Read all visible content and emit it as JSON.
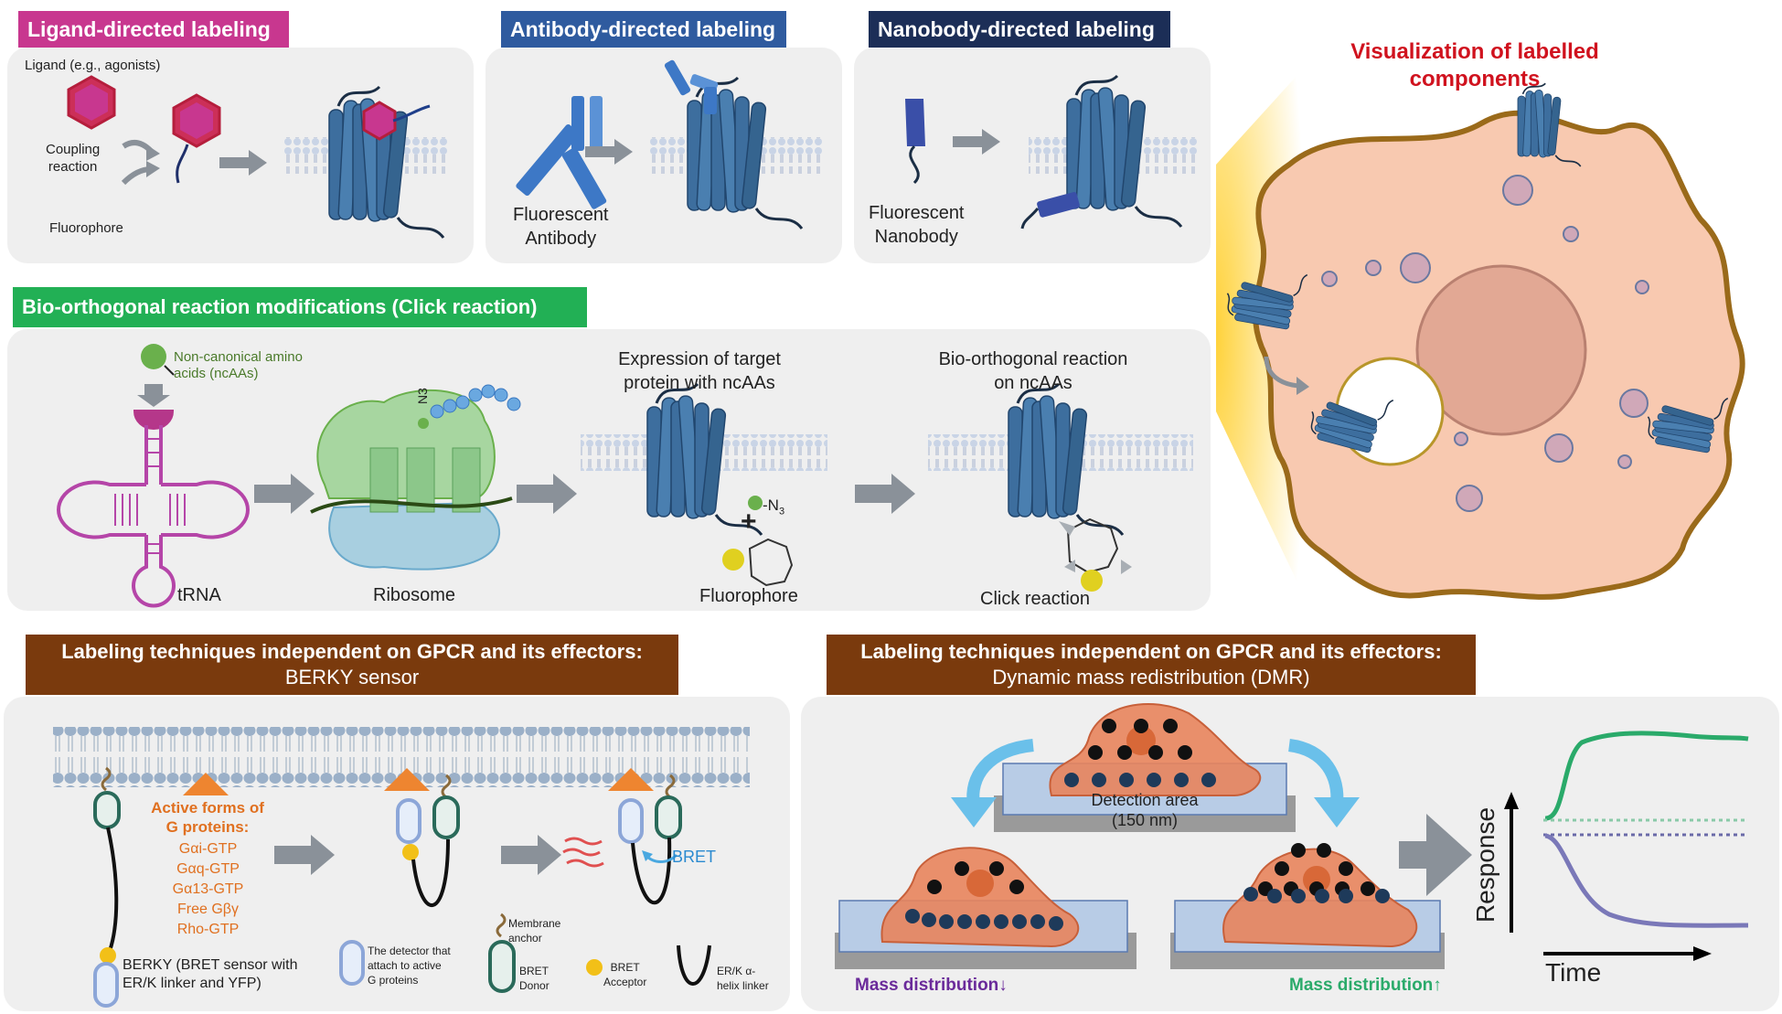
{
  "colors": {
    "magenta": "#c8378f",
    "blue": "#2f5b9f",
    "navy": "#1c2e57",
    "green": "#22b055",
    "brown": "#7a3a0d",
    "receptor": "#3d6e9e",
    "red_title": "#d0121e",
    "panel_bg": "#efefef",
    "cell_fill": "#f8c9b0",
    "cell_border": "#9a6a1a",
    "orange_text": "#e07020",
    "purple_text": "#6a2a9a",
    "green_text": "#2aaa6a"
  },
  "ligand": {
    "banner": "Ligand-directed labeling",
    "ligand_label": "Ligand (e.g., agonists)",
    "coupling": "Coupling\nreaction",
    "fluorophore": "Fluorophore"
  },
  "antibody": {
    "banner": "Antibody-directed labeling",
    "label": "Fluorescent\nAntibody"
  },
  "nanobody": {
    "banner": "Nanobody-directed labeling",
    "label": "Fluorescent\nNanobody"
  },
  "visualization": {
    "title": "Visualization of labelled\ncomponents"
  },
  "click": {
    "banner": "Bio-orthogonal reaction modifications (Click reaction)",
    "ncaa_label": "Non-canonical amino\nacids (ncAAs)",
    "trna": "tRNA",
    "ribosome": "Ribosome",
    "expression": "Expression of target\nprotein with ncAAs",
    "n3": "-N",
    "n3_sub": "3",
    "fluorophore": "Fluorophore",
    "bio_reaction": "Bio-orthogonal reaction\non ncAAs",
    "click_reaction": "Click reaction",
    "n3_ribosome": "N3"
  },
  "berky": {
    "banner_line1": "Labeling techniques independent on GPCR and its effectors:",
    "banner_line2": "BERKY sensor",
    "active_forms": "Active forms of\nG proteins:",
    "gproteins": [
      "Gαi-GTP",
      "Gαq-GTP",
      "Gα13-GTP",
      "Free Gβγ",
      "Rho-GTP"
    ],
    "bret": "BRET",
    "legend": {
      "berky": "BERKY (BRET sensor with\nER/K linker and YFP)",
      "detector": "The detector that\nattach to active\nG proteins",
      "anchor": "Membrane\nanchor",
      "donor": "BRET\nDonor",
      "acceptor": "BRET\nAcceptor",
      "linker": "ER/K α-\nhelix linker"
    }
  },
  "dmr": {
    "banner_line1": "Labeling techniques independent on GPCR and its effectors:",
    "banner_line2": "Dynamic mass redistribution (DMR)",
    "detection": "Detection area\n(150 nm)",
    "mass_down": "Mass distribution↓",
    "mass_up": "Mass distribution↑",
    "response": "Response",
    "time": "Time"
  }
}
